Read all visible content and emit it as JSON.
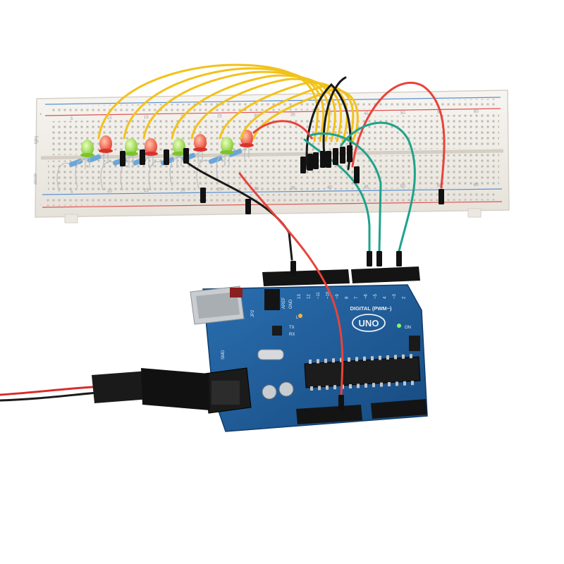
{
  "board": {
    "logo": "UNO",
    "digital_label": "DIGITAL (PWM~)",
    "on_label": "ON",
    "aref_label": "AREF",
    "gnd_label": "GND",
    "pin_numbers": [
      "13",
      "12",
      "~11",
      "~10",
      "~9",
      "8",
      "7",
      "~6",
      "~5",
      "4",
      "~3",
      "2"
    ],
    "tx_label": "TX",
    "rx_label": "RX",
    "l_label": "L",
    "jp2_label": "JP2",
    "smd_label": "SMD"
  },
  "breadboard": {
    "row_letters_left": "abcde",
    "row_letters_right": "fghij",
    "column_numbers": [
      "5",
      "10",
      "15",
      "20",
      "25",
      "30",
      "35",
      "40",
      "45",
      "50",
      "55",
      "60"
    ],
    "rail_plus": "+",
    "rail_minus": "-"
  },
  "colors": {
    "board_blue": "#1f5d99",
    "wire_yellow": "#f2c21a",
    "wire_red": "#e8433a",
    "wire_green": "#1ea38a",
    "wire_black": "#1a1a1a",
    "led_green": "#8fd63a",
    "led_red": "#f0463a",
    "breadboard": "#f4f1ec"
  },
  "leds": [
    {
      "color": "green"
    },
    {
      "color": "red"
    },
    {
      "color": "green"
    },
    {
      "color": "red"
    },
    {
      "color": "green"
    },
    {
      "color": "red"
    },
    {
      "color": "green"
    },
    {
      "color": "red"
    }
  ]
}
